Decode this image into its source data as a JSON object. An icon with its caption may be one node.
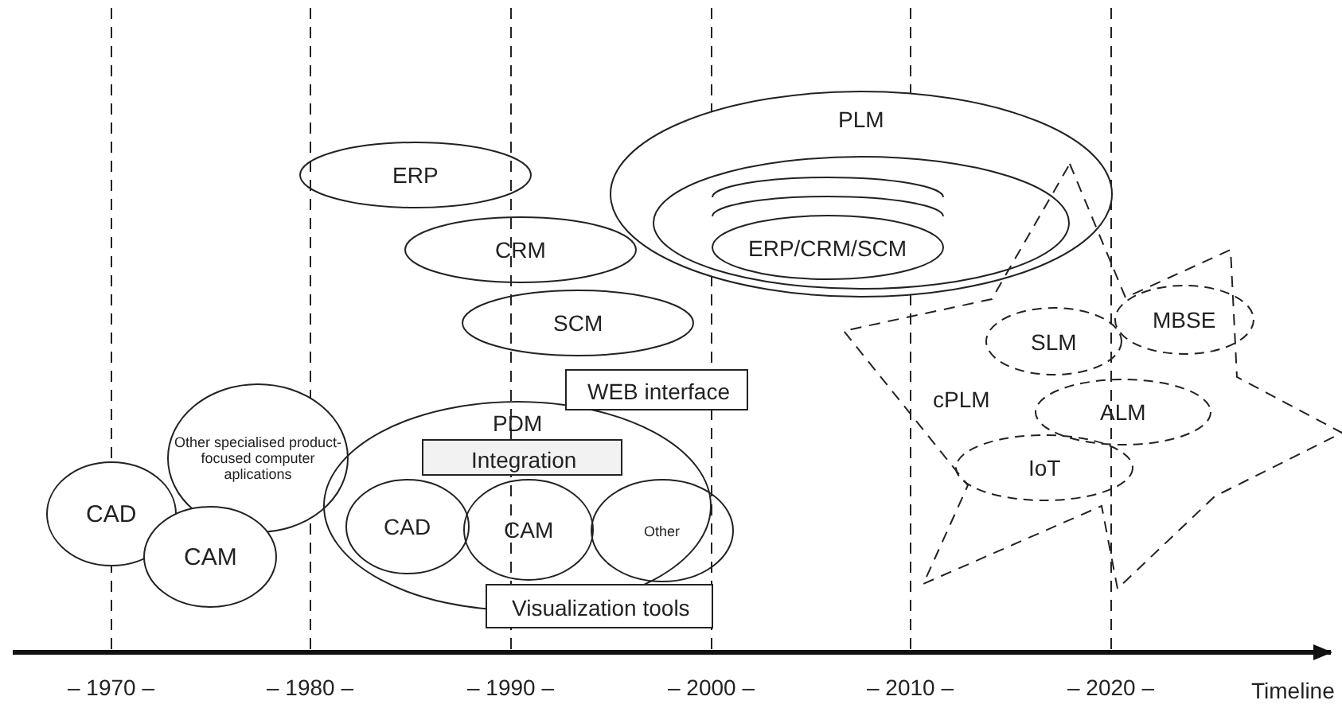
{
  "diagram": {
    "nodes": [
      {
        "text": [
          "CAD"
        ]
      },
      {
        "text": [
          "Other specialised product-focused computer aplications"
        ]
      },
      {
        "text": [
          "CAM"
        ]
      },
      {
        "text": [
          "ERP"
        ]
      },
      {
        "text": [
          "CRM"
        ]
      },
      {
        "text": [
          "SCM"
        ]
      },
      {
        "text": [
          "PLM"
        ]
      },
      {
        "text": [],
        "shape": "ellipse",
        "in": 6
      },
      {
        "text": [],
        "shape": "ellipse",
        "in": 7
      },
      {
        "text": [],
        "shape": "ellipse",
        "in": 7
      },
      {
        "text": [
          "ERP/CRM/SCM"
        ],
        "in": 7
      },
      {
        "text": [
          "WEB interface"
        ]
      },
      {
        "text": [
          "PDM"
        ]
      },
      {
        "text": [
          "Integration"
        ],
        "in": 12
      },
      {
        "text": [
          "CAD"
        ],
        "in": 12
      },
      {
        "text": [
          "CAM"
        ],
        "in": 12
      },
      {
        "text": [
          "Other"
        ],
        "in": 12
      },
      {
        "text": [
          "Visualization tools"
        ]
      },
      {
        "text": [
          "cPLM"
        ]
      },
      {
        "text": [
          "SLM"
        ],
        "in": 18
      },
      {
        "text": [
          "MBSE"
        ],
        "in": 18
      },
      {
        "text": [
          "ALM"
        ],
        "in": 18
      },
      {
        "text": [
          "IoT"
        ],
        "in": 18
      }
    ],
    "labels": [
      "– 1970 –",
      "– 1980 –",
      "– 1990 –",
      "– 2000 –",
      "– 2010 –",
      "– 2020 –",
      "Timeline"
    ]
  }
}
